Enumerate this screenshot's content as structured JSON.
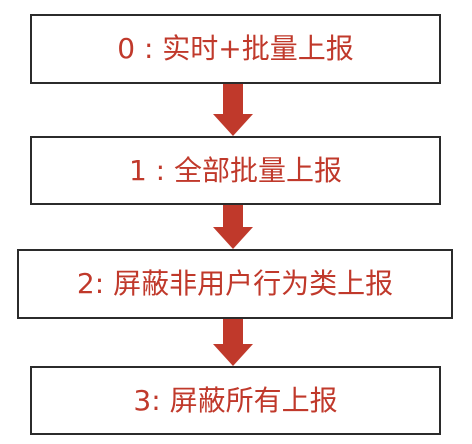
{
  "levels": [
    {
      "label": "0 : 实时+批量上报"
    },
    {
      "label": "1 : 全部批量上报"
    },
    {
      "label": "2: 屏蔽非用户行为类上报"
    },
    {
      "label": "3: 屏蔽所有上报"
    }
  ],
  "colors": {
    "text": "#c0392b",
    "arrow": "#c0392b",
    "border": "#2b2b2b",
    "background": "#ffffff"
  },
  "icons": {
    "connector": "down-arrow-icon"
  }
}
